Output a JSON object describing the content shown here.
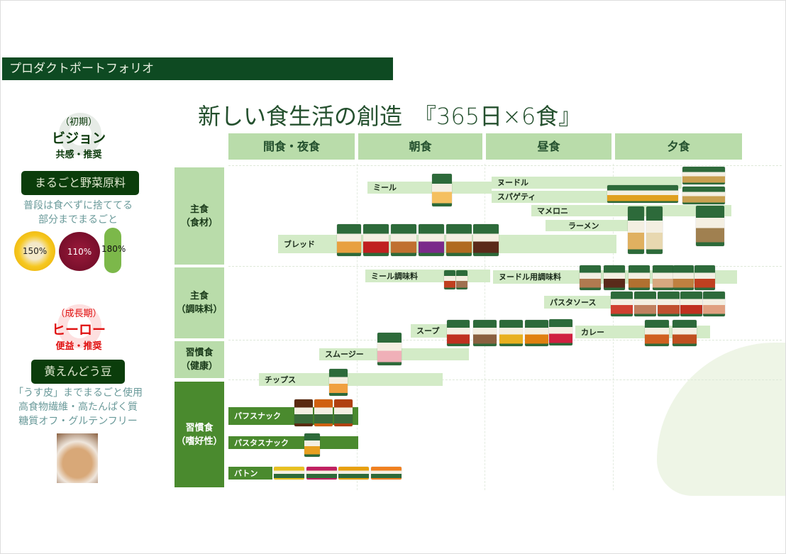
{
  "header": {
    "title": "プロダクトポートフォリオ"
  },
  "title": "新しい食生活の創造　『365日×6食』",
  "columns": [
    "間食・夜食",
    "朝食",
    "昼食",
    "夕食"
  ],
  "rows": [
    "主食\n（食材）",
    "主食\n（調味料）",
    "習慣食\n（健康）",
    "習慣食\n（嗜好性）"
  ],
  "bars": {
    "meal": "ミール",
    "noodle": "ヌードル",
    "spaghetti": "スパゲティ",
    "mameroni": "マメロニ",
    "ramen": "ラーメン",
    "bread": "ブレッド",
    "meal_seasoning": "ミール調味料",
    "noodle_seasoning": "ヌードル用調味料",
    "pasta_sauce": "パスタソース",
    "soup": "スープ",
    "curry": "カレー",
    "smoothie": "スムージー",
    "chips": "チップス",
    "puff_snack": "パフスナック",
    "pasta_snack": "パスタスナック",
    "baton": "バトン"
  },
  "left": {
    "vision": {
      "stage": "（初期）",
      "title": "ビジョン",
      "sub": "共感・推奨"
    },
    "tag1": "まるごと野菜原料",
    "desc1": [
      "普段は食べずに捨ててる",
      "部分までまるごと"
    ],
    "percents": {
      "corn": "150%",
      "beet": "110%",
      "pea": "180%"
    },
    "hero": {
      "stage": "（成長期）",
      "title": "ヒーロー",
      "sub": "便益・推奨"
    },
    "tag2": "黄えんどう豆",
    "desc2": [
      "「うす皮」までまるごと使用",
      "高食物繊維・高たんぱく質",
      "糖質オフ・グルテンフリー"
    ]
  },
  "colors": {
    "dark_green": "#0e4a22",
    "mid_green": "#4a8a2e",
    "light_green": "#b9dcaa",
    "bar_green": "#d3ebc7",
    "hero_red": "#e01010"
  }
}
